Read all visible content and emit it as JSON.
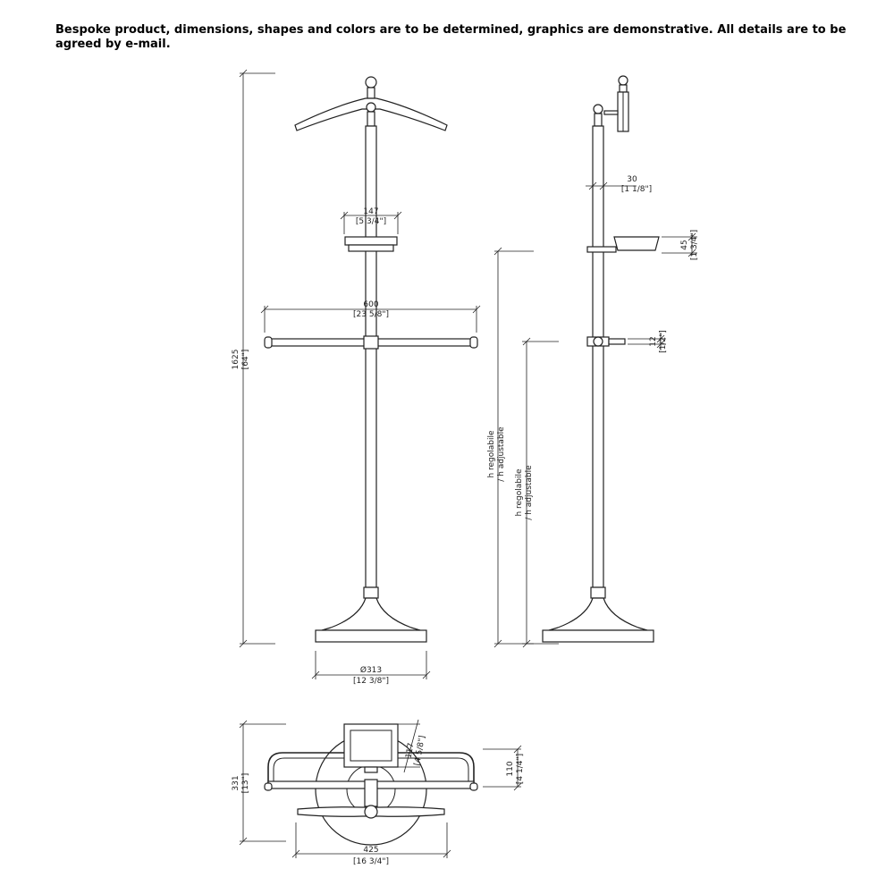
{
  "notice": "Bespoke product, dimensions, shapes and colors are to be determined, graphics are demonstrative. All details are to be agreed by e-mail.",
  "front_view": {
    "height_mm": "1625",
    "height_in": "[64\"]",
    "tray_width_mm": "147",
    "tray_width_in": "[5 3/4\"]",
    "bar_width_mm": "600",
    "bar_width_in": "[23 5/8\"]",
    "base_diameter_mm": "Ø313",
    "base_diameter_in": "[12 3/8\"]"
  },
  "side_view": {
    "pole_diameter_mm": "30",
    "pole_diameter_in": "[1 1/8\"]",
    "tray_height_mm": "45",
    "tray_height_in": "[1 3/4\"]",
    "bar_thickness_mm": "12",
    "bar_thickness_in": "[1/2\"]",
    "adjustable_label_1a": "h regolabile",
    "adjustable_label_1b": "/ h adjustable",
    "adjustable_label_2a": "h regolabile",
    "adjustable_label_2b": "/ h adjustable"
  },
  "top_view": {
    "depth_mm": "331",
    "depth_in": "[13\"]",
    "tray_depth_mm": "117",
    "tray_depth_in": "[4 5/8\"]",
    "bar_offset_mm": "110",
    "bar_offset_in": "[4 1/4\"]",
    "width_mm": "425",
    "width_in": "[16 3/4\"]"
  }
}
